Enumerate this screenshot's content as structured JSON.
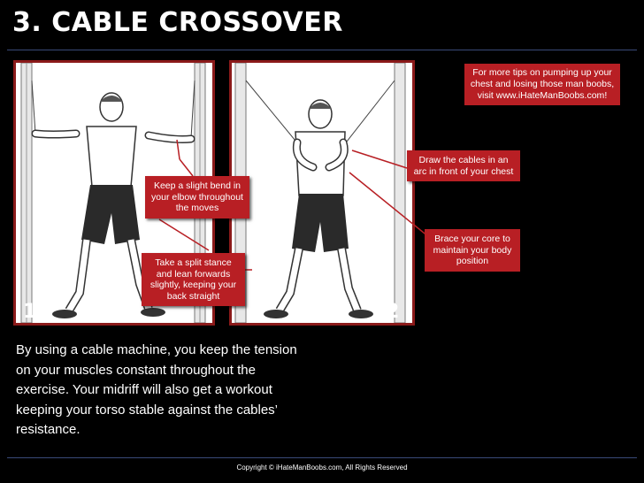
{
  "title": "3. CABLE CROSSOVER",
  "panels": {
    "panel1_number": "1",
    "panel2_number": "2"
  },
  "tip": {
    "text_before": "For more tips on pumping up your chest and losing those man boobs, visit ",
    "link": "www.iHateManBoobs.com",
    "text_after": "!"
  },
  "callouts": {
    "elbow": "Keep a slight bend in your elbow throughout the moves",
    "stance": "Take a split stance and lean forwards slightly, keeping your back straight",
    "arc": "Draw the cables in an arc in front of your chest",
    "core": "Brace your core to maintain your body position"
  },
  "description": "By using a cable machine, you keep the tension on your muscles constant throughout the exercise. Your midriff will also get a workout keeping your torso stable against the cables’ resistance.",
  "footer": "Copyright © iHateManBoobs.com, All Rights Reserved",
  "colors": {
    "accent": "#b81f24",
    "panel_border": "#8b1a1a",
    "rule": "#3a4a78"
  }
}
